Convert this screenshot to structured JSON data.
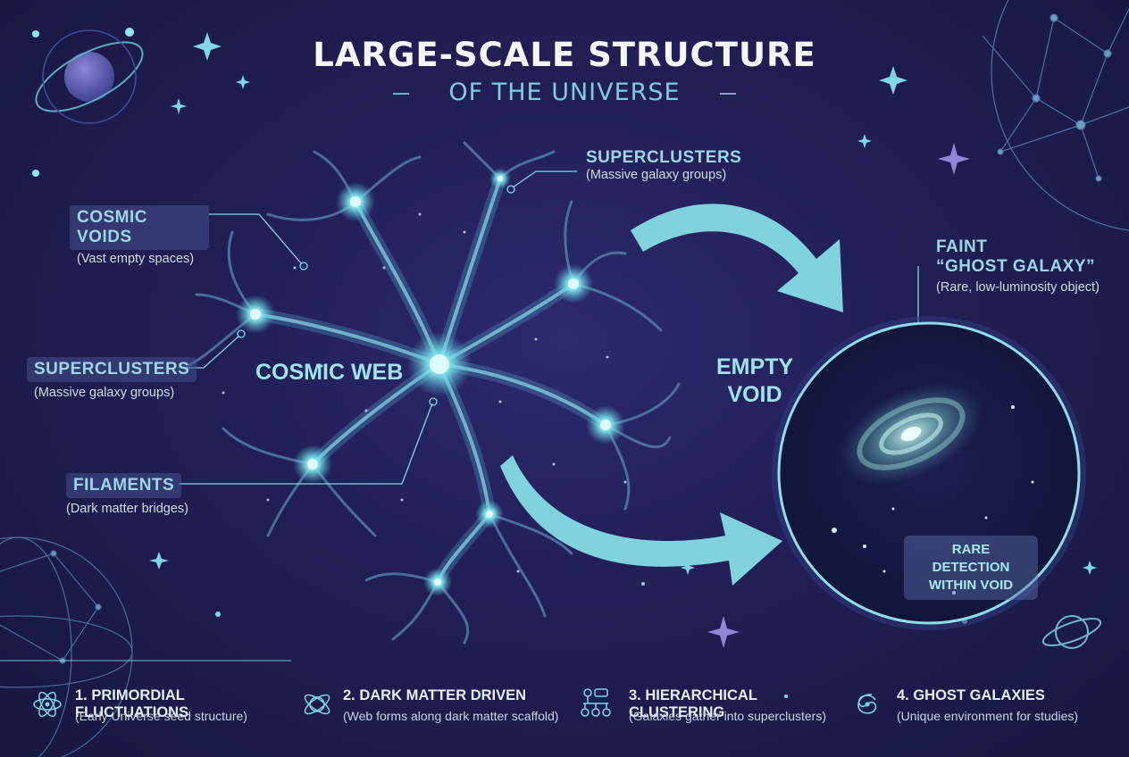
{
  "title": {
    "main": "LARGE-SCALE STRUCTURE",
    "sub": "OF THE UNIVERSE"
  },
  "labels": {
    "superclusters_top": {
      "title": "SUPERCLUSTERS",
      "sub": "(Massive galaxy groups)"
    },
    "cosmic_voids": {
      "title": "COSMIC VOIDS",
      "sub": "(Vast empty spaces)"
    },
    "superclusters_left": {
      "title": "SUPERCLUSTERS",
      "sub": "(Massive galaxy groups)"
    },
    "filaments": {
      "title": "FILAMENTS",
      "sub": "(Dark matter bridges)"
    },
    "cosmic_web": "COSMIC WEB",
    "empty_void": [
      "EMPTY",
      "VOID"
    ],
    "ghost_galaxy": {
      "title_1": "FAINT",
      "title_2": "“GHOST GALAXY”",
      "sub": "(Rare, low-luminosity object)"
    },
    "rare_detection": [
      "RARE DETECTION",
      "WITHIN VOID"
    ]
  },
  "footer": [
    {
      "icon": "atom-icon",
      "title": "1. PRIMORDIAL FLUCTUATIONS",
      "sub": "(Early Universe seed structure)"
    },
    {
      "icon": "orbit-icon",
      "title": "2. DARK MATTER DRIVEN",
      "sub": "(Web forms along dark matter scaffold)"
    },
    {
      "icon": "hierarchy-icon",
      "title": "3. HIERARCHICAL CLUSTERING",
      "sub": "(Galaxies gather into superclusters)"
    },
    {
      "icon": "spiral-galaxy-icon",
      "title": "4. GHOST GALAXIES",
      "sub": "(Unique environment for studies)"
    }
  ],
  "colors": {
    "accent": "#7fd6e6",
    "background": "#221f57",
    "filament": "#4b8fb0",
    "node": "#8ff0f5"
  }
}
